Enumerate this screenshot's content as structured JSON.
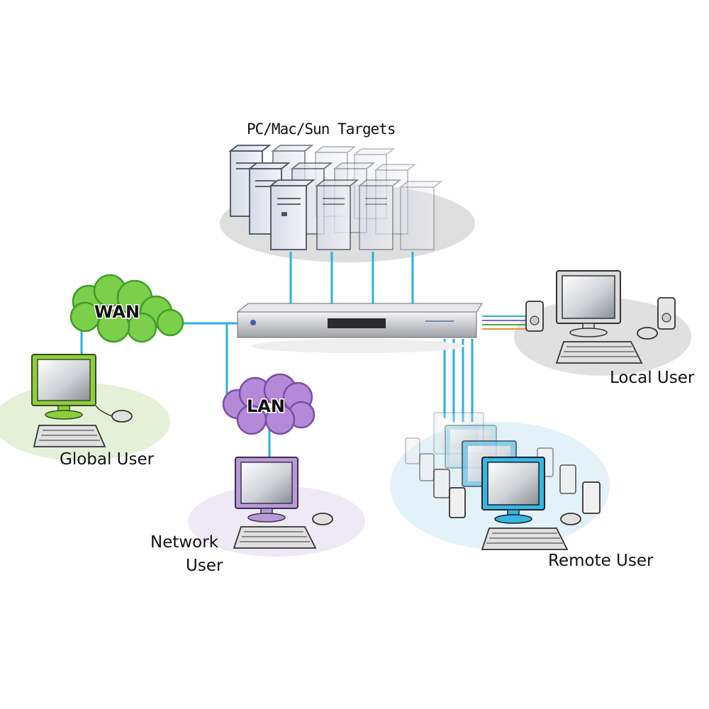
{
  "labels": {
    "targets": "PC/Mac/Sun  Targets",
    "wan": "WAN",
    "lan": "LAN",
    "global_user": "Global User",
    "network_user_line1": "Network",
    "network_user_line2": "User",
    "local_user": "Local User",
    "remote_user": "Remote User"
  },
  "colors": {
    "link": "#2bb0dc",
    "wan_cloud": "#7ccf4a",
    "lan_cloud": "#b48ad8",
    "global_accent": "#8ccf3c",
    "network_accent": "#b89ad6",
    "remote_accent": "#38b6df",
    "local_accent": "#c9c9c9",
    "device_body": "#c8cace",
    "base_shadow": "#e2e2e2"
  },
  "icons": [
    "server-tower-icon",
    "kvm-switch-icon",
    "monitor-icon",
    "keyboard-icon",
    "mouse-icon",
    "speaker-icon",
    "cloud-icon"
  ]
}
